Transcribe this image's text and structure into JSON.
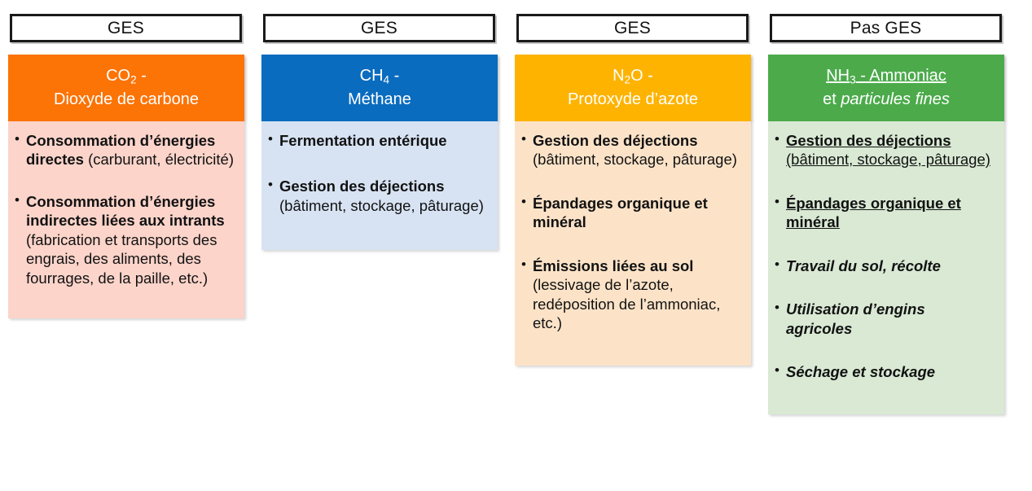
{
  "columns": [
    {
      "ges_label": "GES",
      "accent_color": "#FC7306",
      "tint_color": "#FCD4CA",
      "gas_title_html": "CO<sub>2</sub> -",
      "gas_subtitle": "Dioxyde de carbone",
      "gas_formula": "CO2",
      "gas_name": "Dioxyde de carbone",
      "bullets": [
        {
          "parts": [
            {
              "text": "Consommation d’énergies directes ",
              "style": "bold"
            },
            {
              "text": "(carburant, électricité)",
              "style": "normal"
            }
          ]
        },
        {
          "parts": [
            {
              "text": "Consommation d’énergies indirectes liées aux intrants ",
              "style": "bold"
            },
            {
              "text": "(fabrication et transports des engrais, des aliments, des fourrages, de la paille, etc.)",
              "style": "normal"
            }
          ]
        }
      ]
    },
    {
      "ges_label": "GES",
      "accent_color": "#0A6CBF",
      "tint_color": "#D7E3F3",
      "gas_title_html": "CH<sub>4</sub> -",
      "gas_subtitle": "Méthane",
      "gas_formula": "CH4",
      "gas_name": "Méthane",
      "bullets": [
        {
          "parts": [
            {
              "text": "Fermentation entérique",
              "style": "bold"
            }
          ]
        },
        {
          "parts": [
            {
              "text": "Gestion des déjections ",
              "style": "bold"
            },
            {
              "text": "(bâtiment, stockage, pâturage)",
              "style": "normal"
            }
          ]
        }
      ]
    },
    {
      "ges_label": "GES",
      "accent_color": "#FDB300",
      "tint_color": "#FCE3C8",
      "gas_title_html": "N<sub>2</sub>O -",
      "gas_subtitle": "Protoxyde d’azote",
      "gas_formula": "N2O",
      "gas_name": "Protoxyde d’azote",
      "bullets": [
        {
          "parts": [
            {
              "text": "Gestion des déjections ",
              "style": "bold"
            },
            {
              "text": "(bâtiment, stockage, pâturage)",
              "style": "normal"
            }
          ]
        },
        {
          "parts": [
            {
              "text": "Épandages organique et minéral",
              "style": "bold"
            }
          ]
        },
        {
          "parts": [
            {
              "text": "Émissions liées au sol ",
              "style": "bold"
            },
            {
              "text": "(lessivage de l’azote, redéposition de l’ammoniac, etc.)",
              "style": "normal"
            }
          ]
        }
      ]
    },
    {
      "ges_label": "Pas GES",
      "accent_color": "#4CAA4B",
      "tint_color": "#D9E9D4",
      "gas_title_html": "<span class=\"u\">NH<sub>3</sub> - Ammoniac</span>",
      "gas_subtitle_html": "et <span class=\"it\">particules fines</span>",
      "gas_formula": "NH3",
      "gas_name": "Ammoniac",
      "gas_subtitle": "et particules fines",
      "bullets": [
        {
          "parts": [
            {
              "text": "Gestion des déjections ",
              "style": "bold-underline"
            },
            {
              "text": "(bâtiment, stockage, pâturage)",
              "style": "underline"
            }
          ]
        },
        {
          "parts": [
            {
              "text": "Épandages organique et minéral",
              "style": "bold-underline"
            }
          ]
        },
        {
          "parts": [
            {
              "text": "Travail du sol, récolte",
              "style": "bold-italic"
            }
          ]
        },
        {
          "parts": [
            {
              "text": "Utilisation d’engins agricoles",
              "style": "bold-italic"
            }
          ]
        },
        {
          "parts": [
            {
              "text": "Séchage et stockage",
              "style": "bold-italic"
            }
          ]
        }
      ]
    }
  ]
}
